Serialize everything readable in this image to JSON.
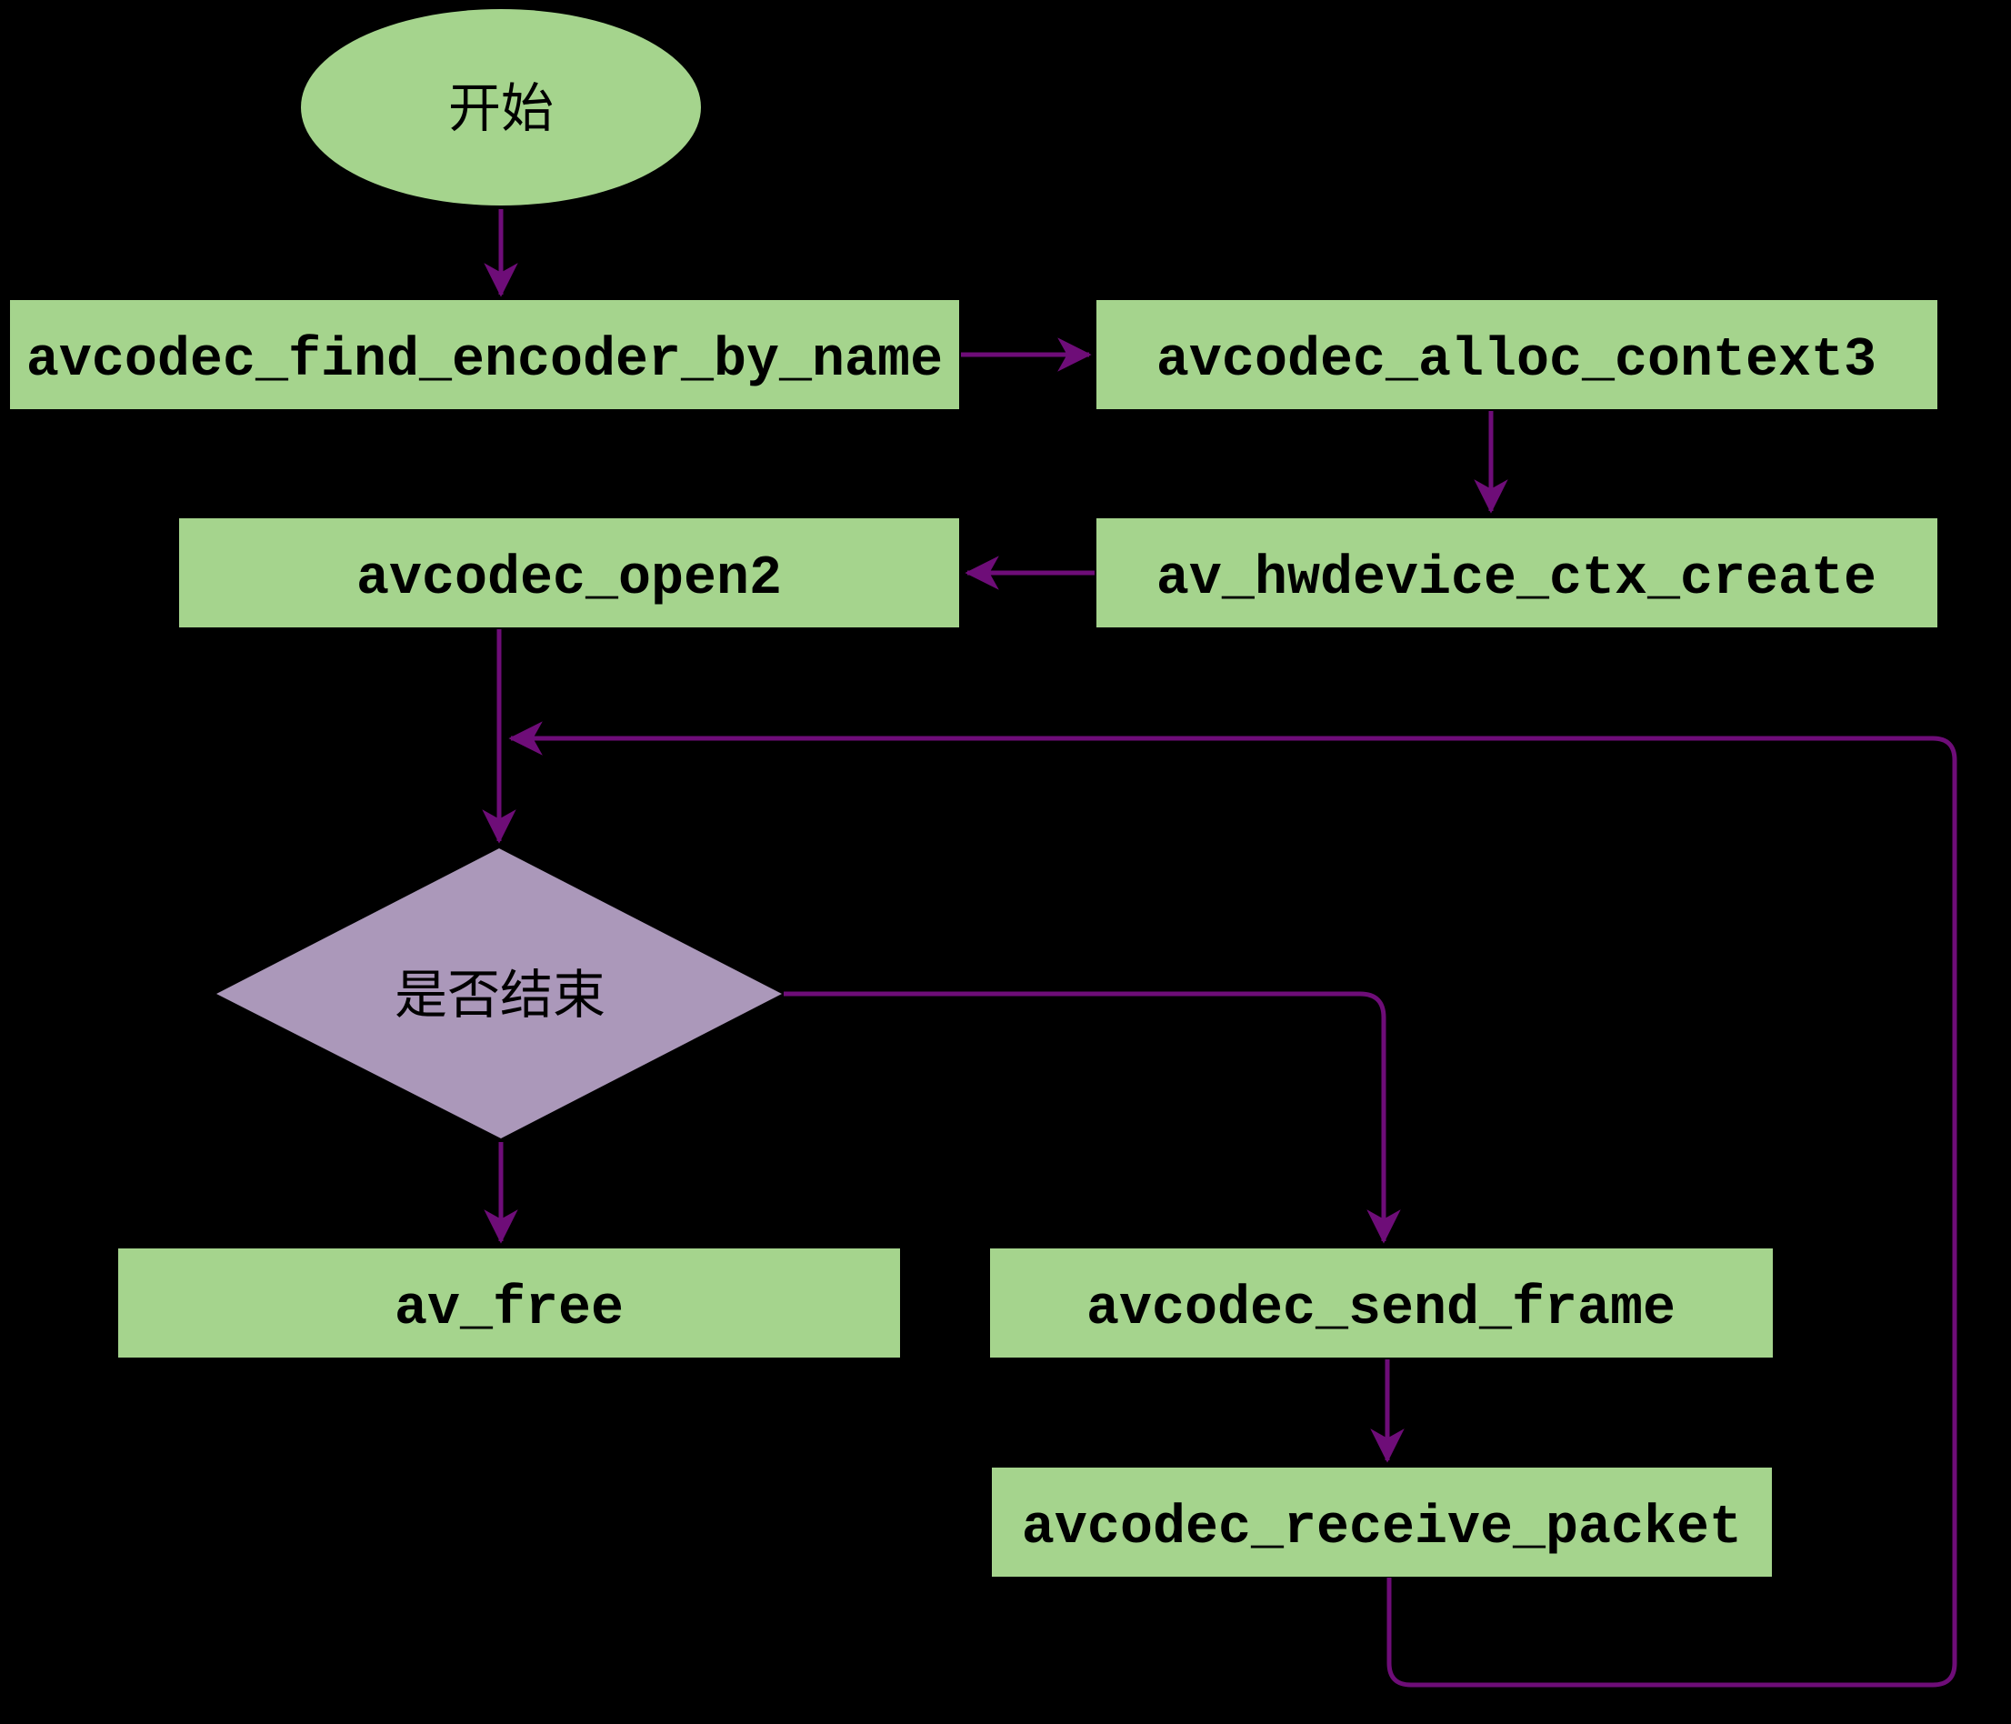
{
  "diagram": {
    "type": "flowchart",
    "colors": {
      "background": "#000000",
      "node_fill": "#a5d48d",
      "decision_fill": "#ab98ba",
      "edge": "#6e0d78",
      "text": "#000000"
    },
    "nodes": {
      "start": {
        "label": "开始",
        "shape": "ellipse"
      },
      "find_encoder": {
        "label": "avcodec_find_encoder_by_name",
        "shape": "rect"
      },
      "alloc_context": {
        "label": "avcodec_alloc_context3",
        "shape": "rect"
      },
      "hwdevice_create": {
        "label": "av_hwdevice_ctx_create",
        "shape": "rect"
      },
      "open2": {
        "label": "avcodec_open2",
        "shape": "rect"
      },
      "decision": {
        "label": "是否结束",
        "shape": "diamond"
      },
      "free": {
        "label": "av_free",
        "shape": "rect"
      },
      "send_frame": {
        "label": "avcodec_send_frame",
        "shape": "rect"
      },
      "receive_packet": {
        "label": "avcodec_receive_packet",
        "shape": "rect"
      }
    },
    "edges": [
      {
        "from": "start",
        "to": "find_encoder"
      },
      {
        "from": "find_encoder",
        "to": "alloc_context"
      },
      {
        "from": "alloc_context",
        "to": "hwdevice_create"
      },
      {
        "from": "hwdevice_create",
        "to": "open2"
      },
      {
        "from": "open2",
        "to": "decision"
      },
      {
        "from": "decision",
        "to": "free"
      },
      {
        "from": "decision",
        "to": "send_frame"
      },
      {
        "from": "send_frame",
        "to": "receive_packet"
      },
      {
        "from": "receive_packet",
        "to": "decision"
      }
    ]
  }
}
